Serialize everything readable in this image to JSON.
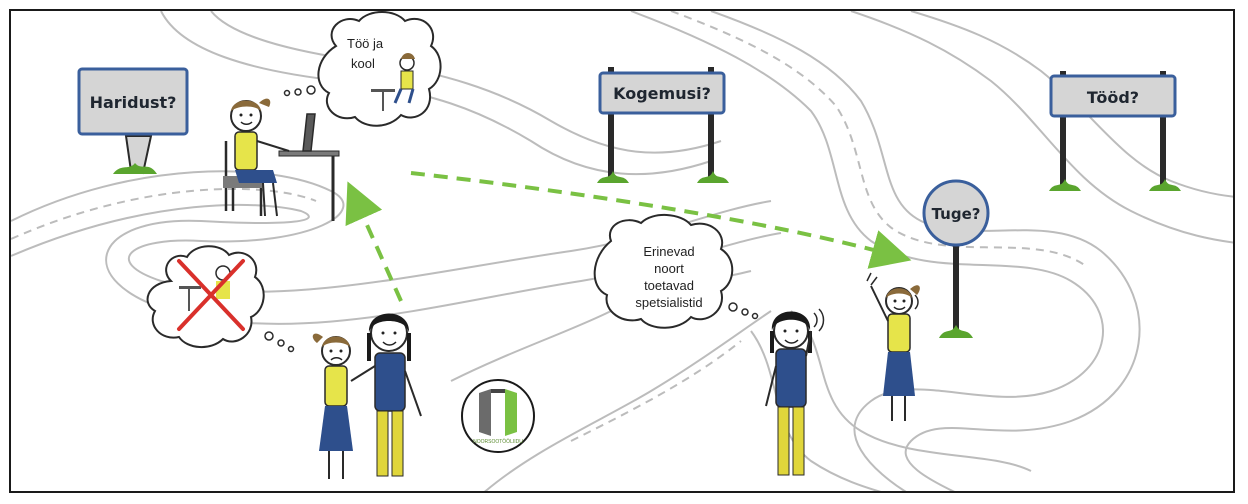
{
  "signs": {
    "education": "Haridust?",
    "experience": "Kogemusi?",
    "jobs": "Tööd?",
    "support": "Tuge?"
  },
  "bubbles": {
    "work_school_line1": "Töö ja",
    "work_school_line2": "kool",
    "specialists": [
      "Erinevad",
      "noort",
      "toetavad",
      "spetsialistid"
    ]
  },
  "logo": {
    "text": "NOORSOOTÖÖLIIDU"
  },
  "colors": {
    "sign_fill": "#d5d5d5",
    "sign_border": "#3a5f9c",
    "arrow": "#7ac143",
    "road": "#bcbcbc",
    "shirt_yellow": "#e6e44a",
    "skirt_blue": "#2e4f8c",
    "pants_yellow": "#e0d63b",
    "chair": "#7a7a7a"
  }
}
